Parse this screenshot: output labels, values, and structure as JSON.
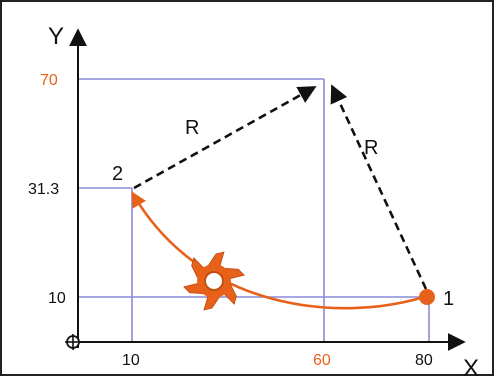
{
  "colors": {
    "arc": "#e8611a",
    "guide": "#8a8ad8",
    "axis": "#111111",
    "highlight": "#e8611a"
  },
  "axes": {
    "x_label": "X",
    "y_label": "Y",
    "x_ticks": [
      "10",
      "60",
      "80"
    ],
    "y_ticks": [
      "70",
      "31.3",
      "10"
    ],
    "highlighted_ticks": [
      "60",
      "70"
    ]
  },
  "points": {
    "p1_label": "1",
    "p2_label": "2"
  },
  "radius_label": "R",
  "icons": {
    "origin": "origin-crosshair-icon",
    "cutter": "milling-cutter-icon"
  }
}
